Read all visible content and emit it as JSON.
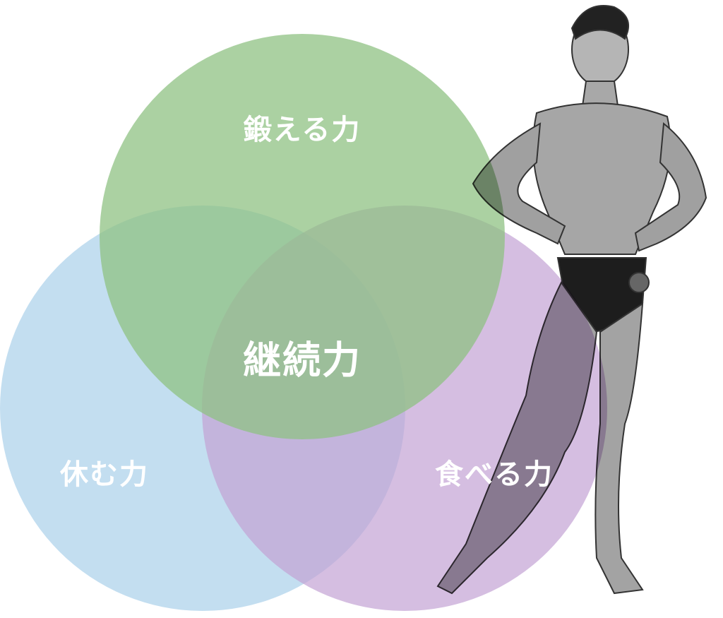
{
  "diagram": {
    "type": "venn",
    "center_label": "継続力",
    "circles": [
      {
        "id": "train",
        "label": "鍛える力",
        "color": "#8fc283"
      },
      {
        "id": "rest",
        "label": "休む力",
        "color": "#b4d6ec"
      },
      {
        "id": "eat",
        "label": "食べる力",
        "color": "#c3a3d4"
      }
    ]
  },
  "illustration": {
    "icon": "bodybuilder-figure-illustration"
  }
}
